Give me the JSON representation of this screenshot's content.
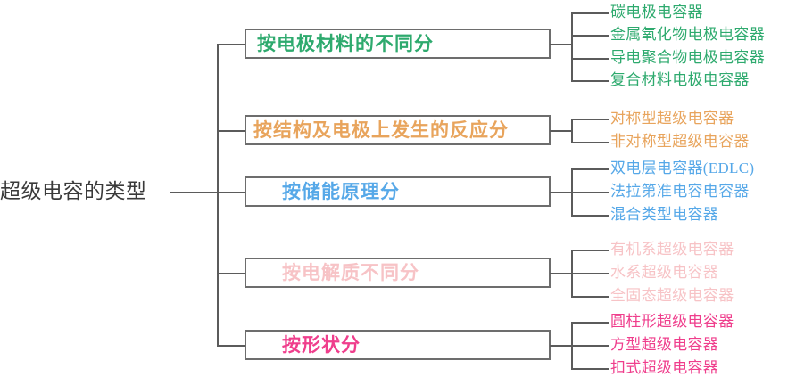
{
  "diagram": {
    "type": "tree-mindmap",
    "root": {
      "label": "超级电容的类型",
      "color": "#3a3a3a"
    },
    "line_color": "#5b5b5b",
    "box_border_color": "#6d6d6d",
    "background": "#ffffff",
    "branches": [
      {
        "label": "按电极材料的不同分",
        "color": "#2eaa6e",
        "text_indent": 12,
        "leaves": [
          "碳电极电容器",
          "金属氧化物电极电容器",
          "导电聚合物电极电容器",
          "复合材料电极电容器"
        ]
      },
      {
        "label": "按结构及电极上发生的反应分",
        "color": "#e8a45c",
        "text_indent": 8,
        "leaves": [
          "对称型超级电容器",
          "非对称型超级电容器"
        ]
      },
      {
        "label": "按储能原理分",
        "color": "#56a8e8",
        "text_indent": 40,
        "leaves": [
          "双电层电容器(EDLC)",
          "法拉第准电容电容器",
          "混合类型电容器"
        ]
      },
      {
        "label": "按电解质不同分",
        "color": "#f7c3c6",
        "text_indent": 40,
        "leaves": [
          "有机系超级电容器",
          "水系超级电容器",
          "全固态超级电容器"
        ]
      },
      {
        "label": "按形状分",
        "color": "#ef3e8c",
        "text_indent": 40,
        "leaves": [
          "圆柱形超级电容器",
          "方型超级电容器",
          "扣式超级电容器"
        ]
      }
    ]
  }
}
